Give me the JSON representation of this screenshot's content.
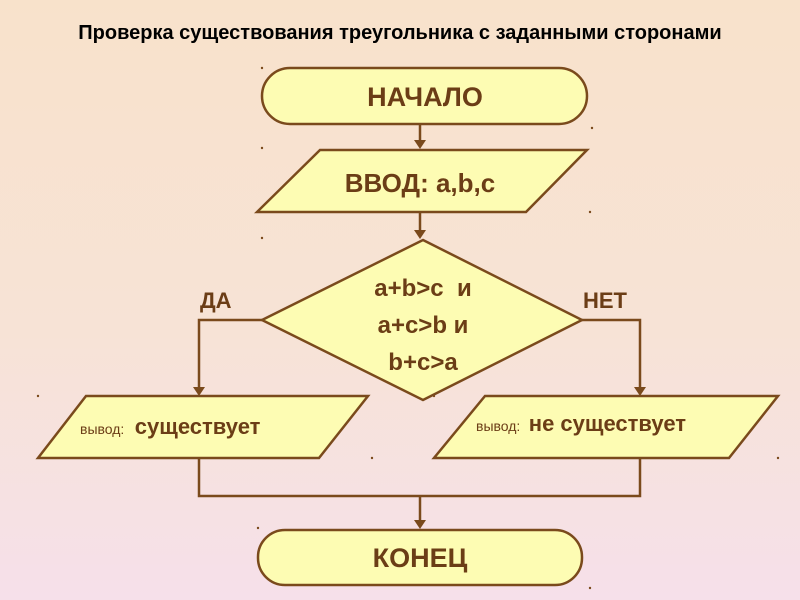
{
  "title": "Проверка существования треугольника с заданными сторонами",
  "nodes": {
    "start": "НАЧАЛО",
    "input": "ВВОД: a,b,c",
    "condition": [
      "a+b>c  и",
      "a+c>b и",
      "b+c>a"
    ],
    "output_yes_prefix": "вывод:",
    "output_yes": "существует",
    "output_no_prefix": "вывод:",
    "output_no": "не существует",
    "end": "КОНЕЦ"
  },
  "branches": {
    "yes": "ДА",
    "no": "НЕТ"
  },
  "colors": {
    "shape_fill": "#fdfcb3",
    "stroke": "#7a4a1c",
    "text": "#6b3d16"
  }
}
